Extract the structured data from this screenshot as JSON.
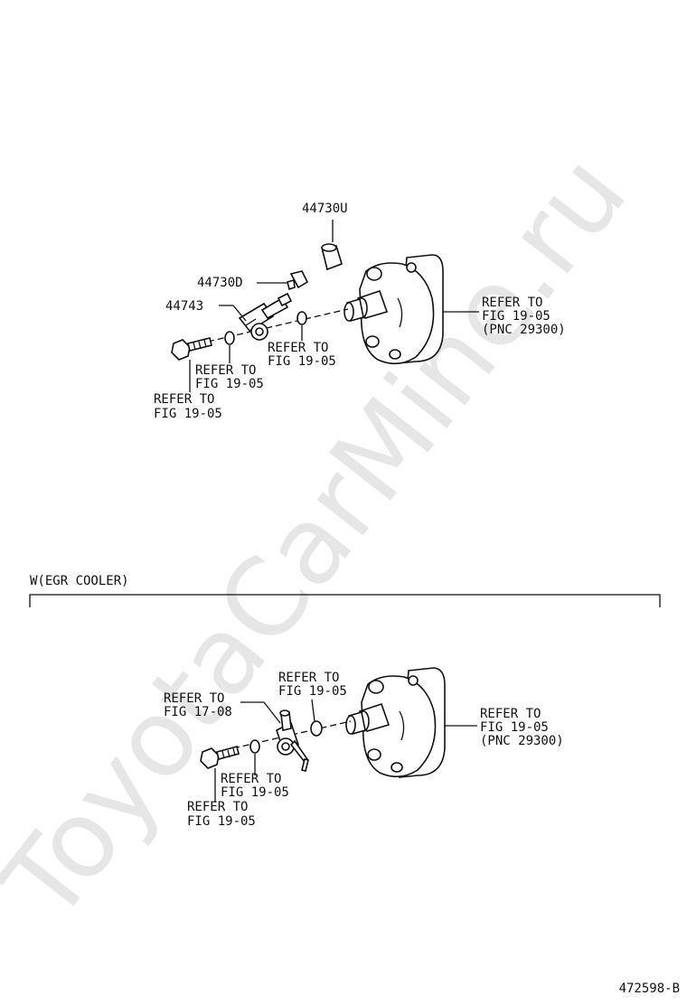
{
  "watermark": "ToyotaCarMine.ru",
  "top": {
    "part_44730U": "44730U",
    "part_44730D": "44730D",
    "part_44743": "44743",
    "pump_ref_line1": "REFER TO",
    "pump_ref_line2": "FIG 19-05",
    "pump_ref_line3": "(PNC 29300)",
    "gasket_ref_line1": "REFER TO",
    "gasket_ref_line2": "FIG 19-05",
    "washer_ref_line1": "REFER TO",
    "washer_ref_line2": "FIG 19-05",
    "bolt_ref_line1": "REFER TO",
    "bolt_ref_line2": "FIG 19-05"
  },
  "section_label": "W(EGR COOLER)",
  "bottom": {
    "gasket_ref_line1": "REFER TO",
    "gasket_ref_line2": "FIG 19-05",
    "pipe_ref_line1": "REFER TO",
    "pipe_ref_line2": "FIG 17-08",
    "pump_ref_line1": "REFER TO",
    "pump_ref_line2": "FIG 19-05",
    "pump_ref_line3": "(PNC 29300)",
    "washer_ref_line1": "REFER TO",
    "washer_ref_line2": "FIG 19-05",
    "bolt_ref_line1": "REFER TO",
    "bolt_ref_line2": "FIG 19-05"
  },
  "figure_id": "472598-B"
}
